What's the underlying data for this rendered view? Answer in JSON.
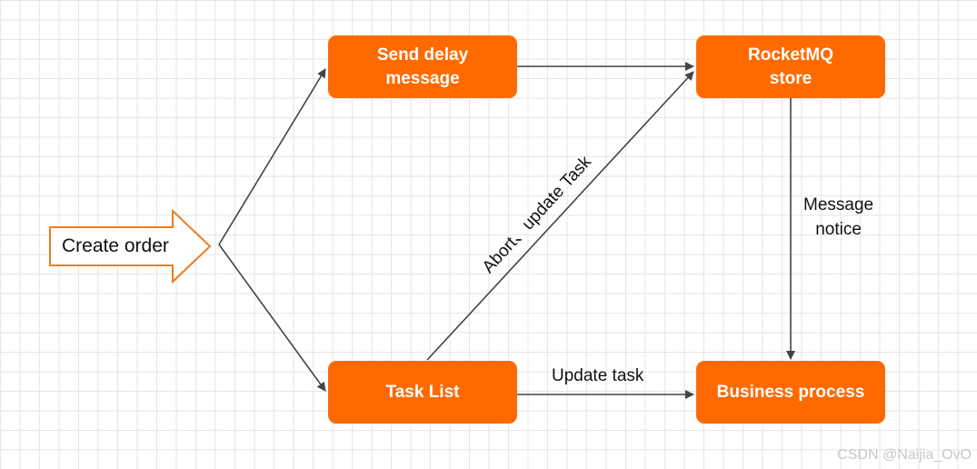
{
  "nodes": {
    "create_order": "Create order",
    "send_delay": {
      "line1": "Send delay",
      "line2": "message"
    },
    "rocketmq": {
      "line1": "RocketMQ",
      "line2": "store"
    },
    "task_list": "Task List",
    "business": "Business process"
  },
  "edges": {
    "abort_update": "Abort、update Task",
    "message_notice": {
      "line1": "Message",
      "line2": "notice"
    },
    "update_task": "Update task"
  },
  "watermark": "CSDN @Naijia_OvO",
  "colors": {
    "box_fill": "#ff6a00",
    "arrow_outline": "#f07b22",
    "line": "#444444"
  }
}
